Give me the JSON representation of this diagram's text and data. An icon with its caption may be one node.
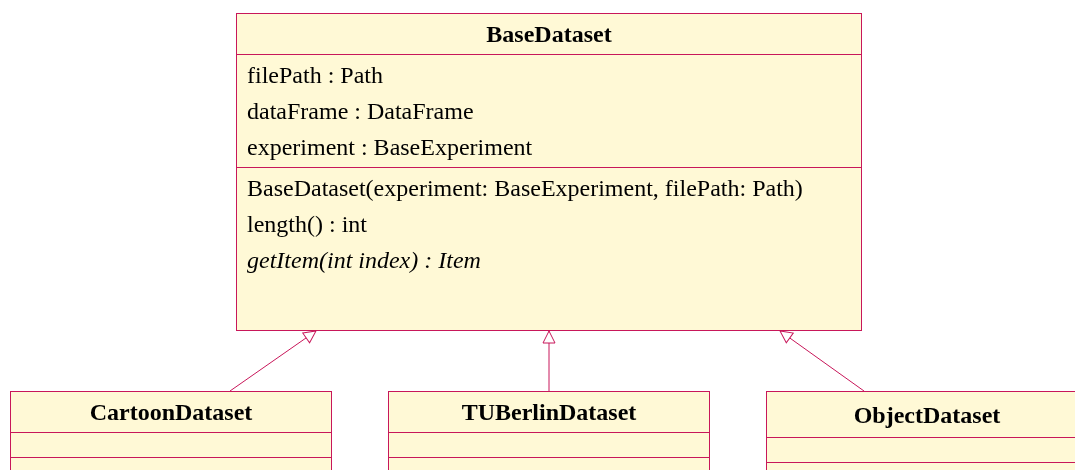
{
  "diagram": {
    "nodes": [
      {
        "text": [
          "BaseDataset",
          "filePath : Path",
          "dataFrame : DataFrame",
          "experiment : BaseExperiment",
          "BaseDataset(experiment: BaseExperiment, filePath: Path)",
          "length() : int",
          "*getItem(int index) : Item*"
        ]
      },
      {
        "text": [
          "CartoonDataset"
        ]
      },
      {
        "text": [
          "TUBerlinDataset"
        ]
      },
      {
        "text": [
          "ObjectDataset"
        ]
      }
    ],
    "edges": [
      {
        "from": 1,
        "to": 0,
        "arrow": "to"
      },
      {
        "from": 2,
        "to": 0,
        "arrow": "to"
      },
      {
        "from": 3,
        "to": 0,
        "arrow": "to"
      }
    ]
  }
}
